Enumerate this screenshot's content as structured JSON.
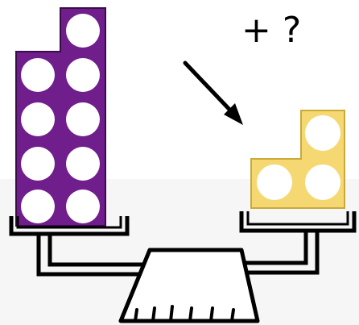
{
  "question_text": "+ ?",
  "colors": {
    "purple_block": "#6f1e8c",
    "yellow_block": "#f5d872",
    "holes": "#ffffff",
    "outline": "#000000",
    "floor": "#f6f6f6"
  },
  "left_pan": {
    "block": "number-rod-9",
    "count": 9
  },
  "right_pan": {
    "block": "number-rod-3",
    "count": 3
  },
  "icons": [
    "arrow-icon"
  ]
}
